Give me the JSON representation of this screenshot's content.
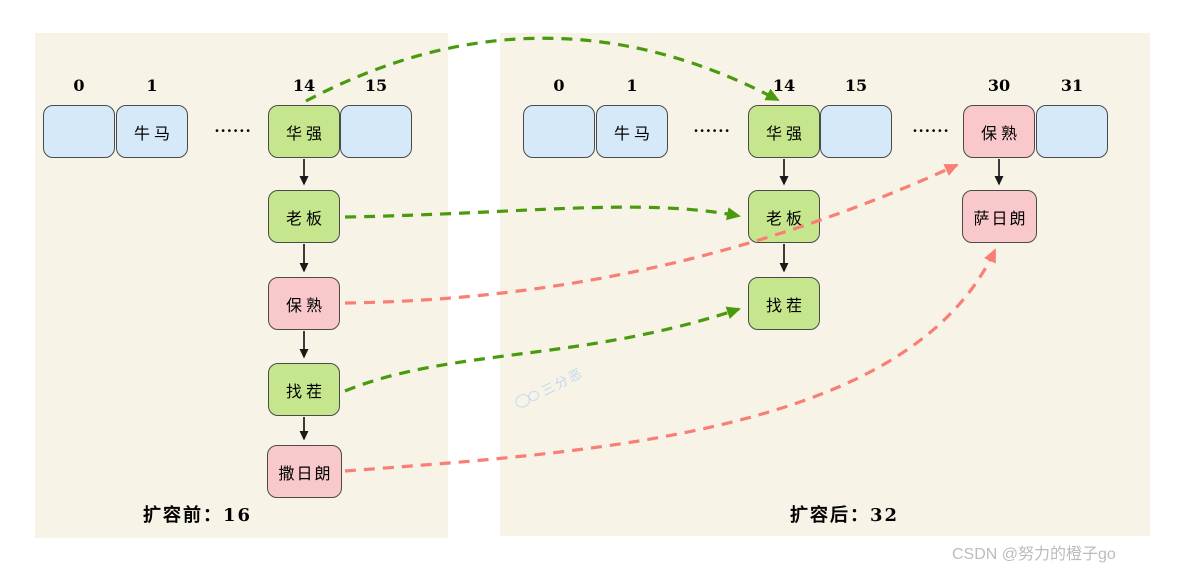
{
  "captions": {
    "before": "扩容前：16",
    "after": "扩容后：32"
  },
  "ellipsis": "......",
  "before": {
    "indices": [
      "0",
      "1",
      "14",
      "15"
    ],
    "cells": {
      "c0": "",
      "c1": "牛马",
      "c14": "华强",
      "c15": ""
    },
    "chain": [
      "老板",
      "保熟",
      "找茬",
      "撒日朗"
    ]
  },
  "after": {
    "indices": [
      "0",
      "1",
      "14",
      "15",
      "30",
      "31"
    ],
    "cells": {
      "c0": "",
      "c1": "牛马",
      "c14": "华强",
      "c15": "",
      "c30": "保熟",
      "c31": ""
    },
    "chain14": [
      "老板",
      "找茬"
    ],
    "chain30": [
      "萨日朗"
    ]
  },
  "colors": {
    "panel_bg": "#f7f3e7",
    "blue_cell": "#d6e9f8",
    "green_cell": "#c6e68d",
    "pink_cell": "#f9c8ca",
    "cell_border": "#4a4a4a",
    "green_arrow": "#4a9a0e",
    "red_arrow": "#f97f76",
    "black_arrow": "#1a1a1a"
  },
  "watermarks": {
    "center": "三分恶",
    "csdn": "CSDN @努力的橙子go"
  }
}
